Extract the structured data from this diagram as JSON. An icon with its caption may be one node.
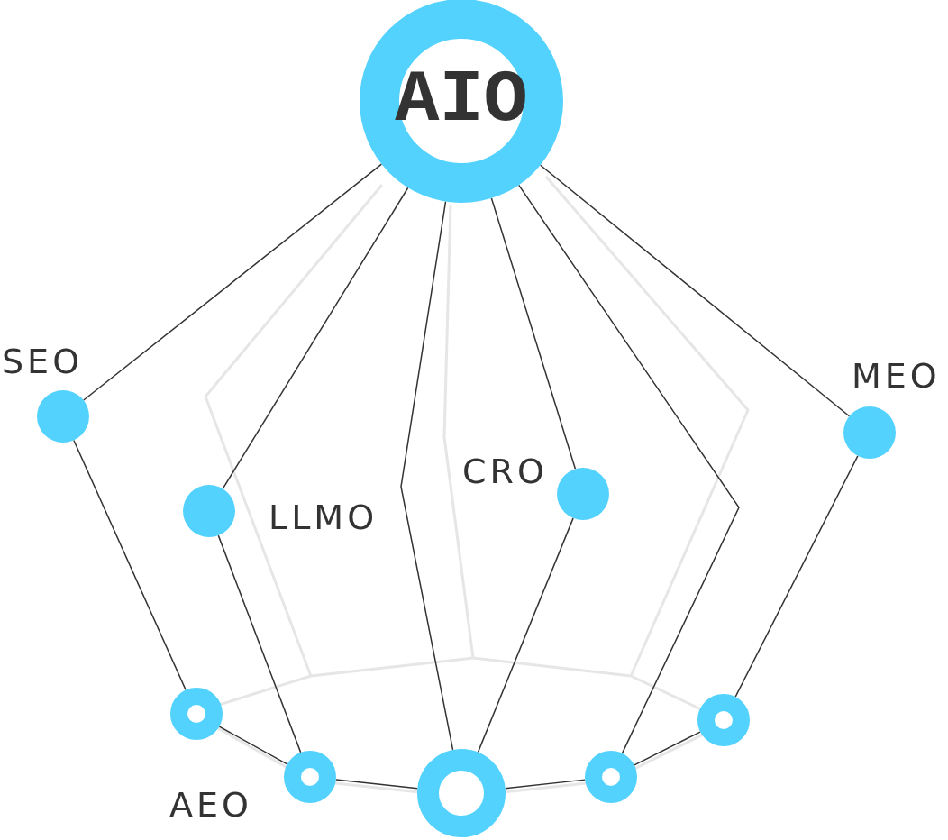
{
  "diagram": {
    "nodes": [
      {
        "text": [
          "AIO"
        ]
      },
      {
        "text": [],
        "shape": "circle",
        "beside": [
          "SEO"
        ]
      },
      {
        "text": [],
        "shape": "circle",
        "beside": [
          "LLMO"
        ]
      },
      {
        "text": [],
        "shape": "circle",
        "beside": [
          "CRO"
        ]
      },
      {
        "text": [],
        "shape": "circle",
        "beside": [
          "MEO"
        ]
      },
      {
        "text": [],
        "shape": "circle"
      },
      {
        "text": [],
        "shape": "circle",
        "beside": [
          "AEO"
        ]
      },
      {
        "text": [],
        "shape": "circle"
      },
      {
        "text": [],
        "shape": "circle"
      },
      {
        "text": [],
        "shape": "circle"
      }
    ],
    "edges": [
      {
        "from": 0,
        "to": 1,
        "arrow": "none"
      },
      {
        "from": 1,
        "to": 5,
        "arrow": "none"
      },
      {
        "from": 0,
        "to": 2,
        "arrow": "none"
      },
      {
        "from": 2,
        "to": 6,
        "arrow": "none"
      },
      {
        "from": 0,
        "to": 7,
        "arrow": "none"
      },
      {
        "from": 0,
        "to": 3,
        "arrow": "none"
      },
      {
        "from": 3,
        "to": 7,
        "arrow": "none"
      },
      {
        "from": 0,
        "to": 8,
        "arrow": "none"
      },
      {
        "from": 0,
        "to": 4,
        "arrow": "none"
      },
      {
        "from": 4,
        "to": 9,
        "arrow": "none"
      },
      {
        "from": 5,
        "to": 6,
        "arrow": "none"
      },
      {
        "from": 6,
        "to": 7,
        "arrow": "none"
      },
      {
        "from": 7,
        "to": 8,
        "arrow": "none"
      },
      {
        "from": 8,
        "to": 9,
        "arrow": "none"
      }
    ]
  }
}
